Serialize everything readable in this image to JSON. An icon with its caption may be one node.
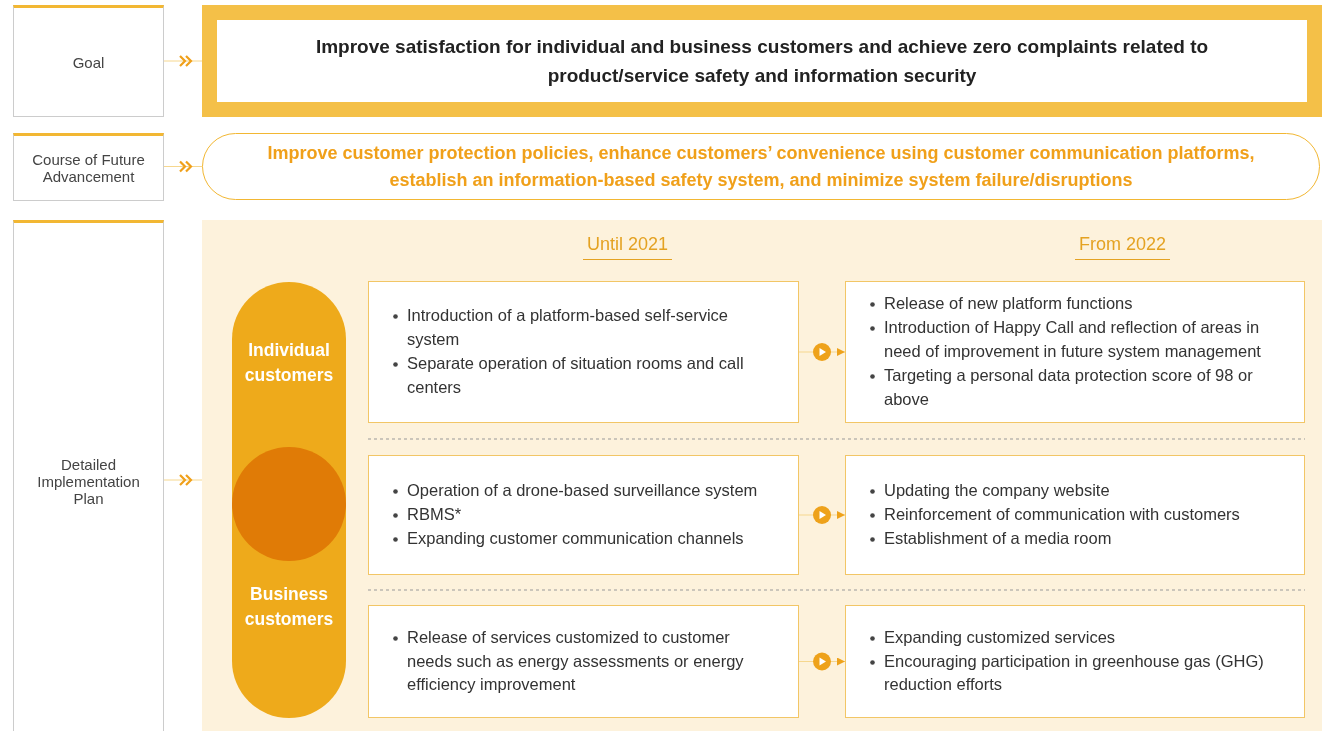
{
  "diagram": {
    "nodes": [
      {
        "text": [
          "Goal"
        ]
      },
      {
        "text": [
          "Improve satisfaction for individual and business customers and achieve zero complaints related to product/service safety and information security"
        ]
      },
      {
        "text": [
          "Course of Future Advancement"
        ]
      },
      {
        "text": [
          "Improve customer protection policies, enhance customers’ convenience using customer communication platforms, establish an information-based safety system, and minimize system failure/disruptions"
        ]
      },
      {
        "text": [
          "Detailed Implementation Plan"
        ]
      },
      {
        "text": [],
        "shape": "box"
      },
      {
        "text": [
          "Individual customers",
          "Business customers"
        ],
        "in": 5
      },
      {
        "text": [],
        "shape": "circle",
        "in": 6
      },
      {
        "text": [
          "Introduction of a platform-based self-service system",
          "Separate operation of situation rooms and call centers"
        ],
        "in": 5
      },
      {
        "text": [
          "Release of new platform functions",
          "Introduction of Happy Call and reflection of areas in need of improvement in future system management",
          "Targeting a personal data protection score of 98 or above"
        ],
        "in": 5
      },
      {
        "text": [
          "Operation of a drone-based surveillance system",
          "RBMS*",
          "Expanding customer communication channels"
        ],
        "in": 5
      },
      {
        "text": [
          "Updating the company website",
          "Reinforcement of communication with customers",
          "Establishment of a media room"
        ],
        "in": 5
      },
      {
        "text": [
          "Release of services customized to customer needs such as energy assessments or energy efficiency improvement"
        ],
        "in": 5
      },
      {
        "text": [
          "Expanding customized services",
          "Encouraging participation in greenhouse gas (GHG) reduction efforts"
        ],
        "in": 5
      }
    ],
    "edges": [
      {
        "from": 0,
        "to": 1,
        "arrow": "to"
      },
      {
        "from": 2,
        "to": 3,
        "arrow": "to"
      },
      {
        "from": 4,
        "to": 5,
        "arrow": "to"
      },
      {
        "from": 8,
        "to": 9,
        "arrow": "to"
      },
      {
        "from": 10,
        "to": 11,
        "arrow": "to"
      },
      {
        "from": 12,
        "to": 13,
        "arrow": "to"
      }
    ],
    "labels": [
      "Until 2021",
      "From 2022"
    ]
  }
}
